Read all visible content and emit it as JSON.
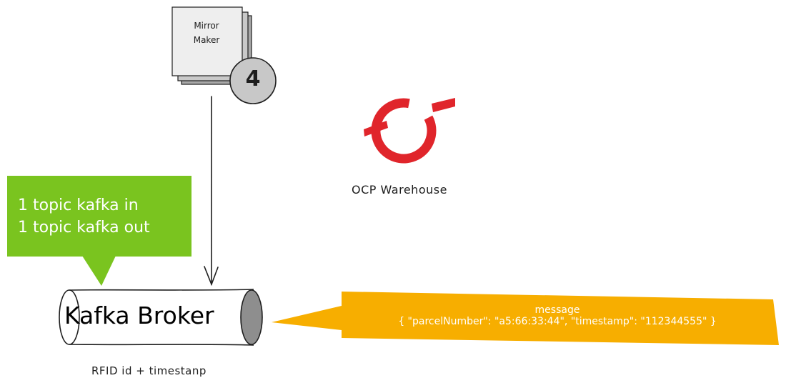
{
  "mirror_maker": {
    "line1": "Mirror",
    "line2": "Maker",
    "step": "4"
  },
  "ocp": {
    "label": "OCP Warehouse"
  },
  "topics_note": {
    "line1": "1 topic kafka in",
    "line2": "1 topic kafka out"
  },
  "broker": {
    "label": "Kafka Broker",
    "caption": "RFID id + timestanp"
  },
  "message_note": {
    "title": "message",
    "body": "{ \"parcelNumber\": \"a5:66:33:44\", \"timestamp\": \"112344555\" }"
  },
  "colors": {
    "green_note": "#7ac41f",
    "orange_note": "#f7ae00",
    "openshift_red": "#e0252b",
    "page_paper": "#e8e8e8",
    "badge_fill": "#c8c8c8",
    "cylinder_cap": "#8e8e8e"
  },
  "icons": [
    "document-stack-icon",
    "step-number-badge",
    "openshift-logo-icon",
    "cylinder-queue-shape"
  ]
}
